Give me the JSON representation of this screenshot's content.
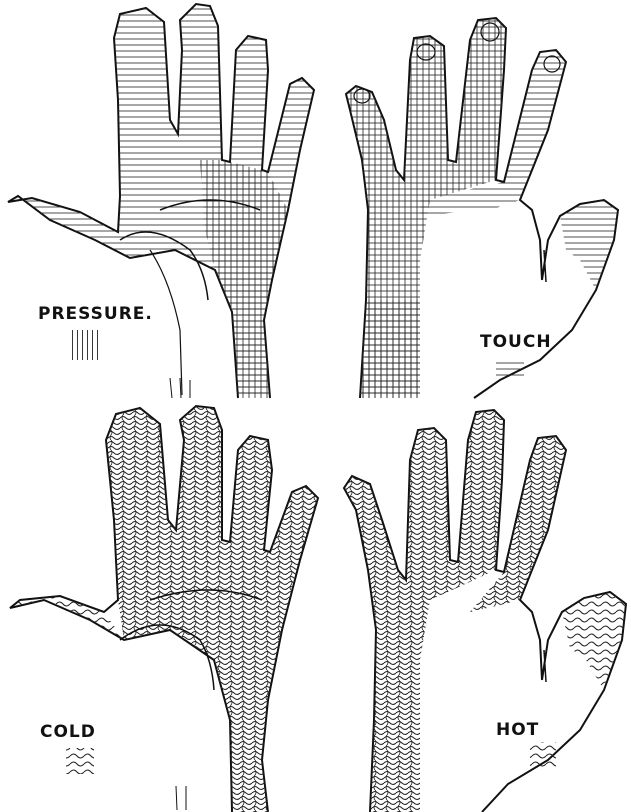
{
  "labels": {
    "pressure": "PRESSURE.",
    "touch": "TOUCH",
    "cold": "COLD",
    "hot": "HOT"
  },
  "colors": {
    "ink": "#111111",
    "paper": "#ffffff"
  },
  "icons": {
    "pressure_key": "vertical-hatch-swatch",
    "touch_key": "horizontal-hatch-swatch",
    "cold_key": "wavy-line-swatch",
    "hot_key": "wavy-line-swatch"
  }
}
